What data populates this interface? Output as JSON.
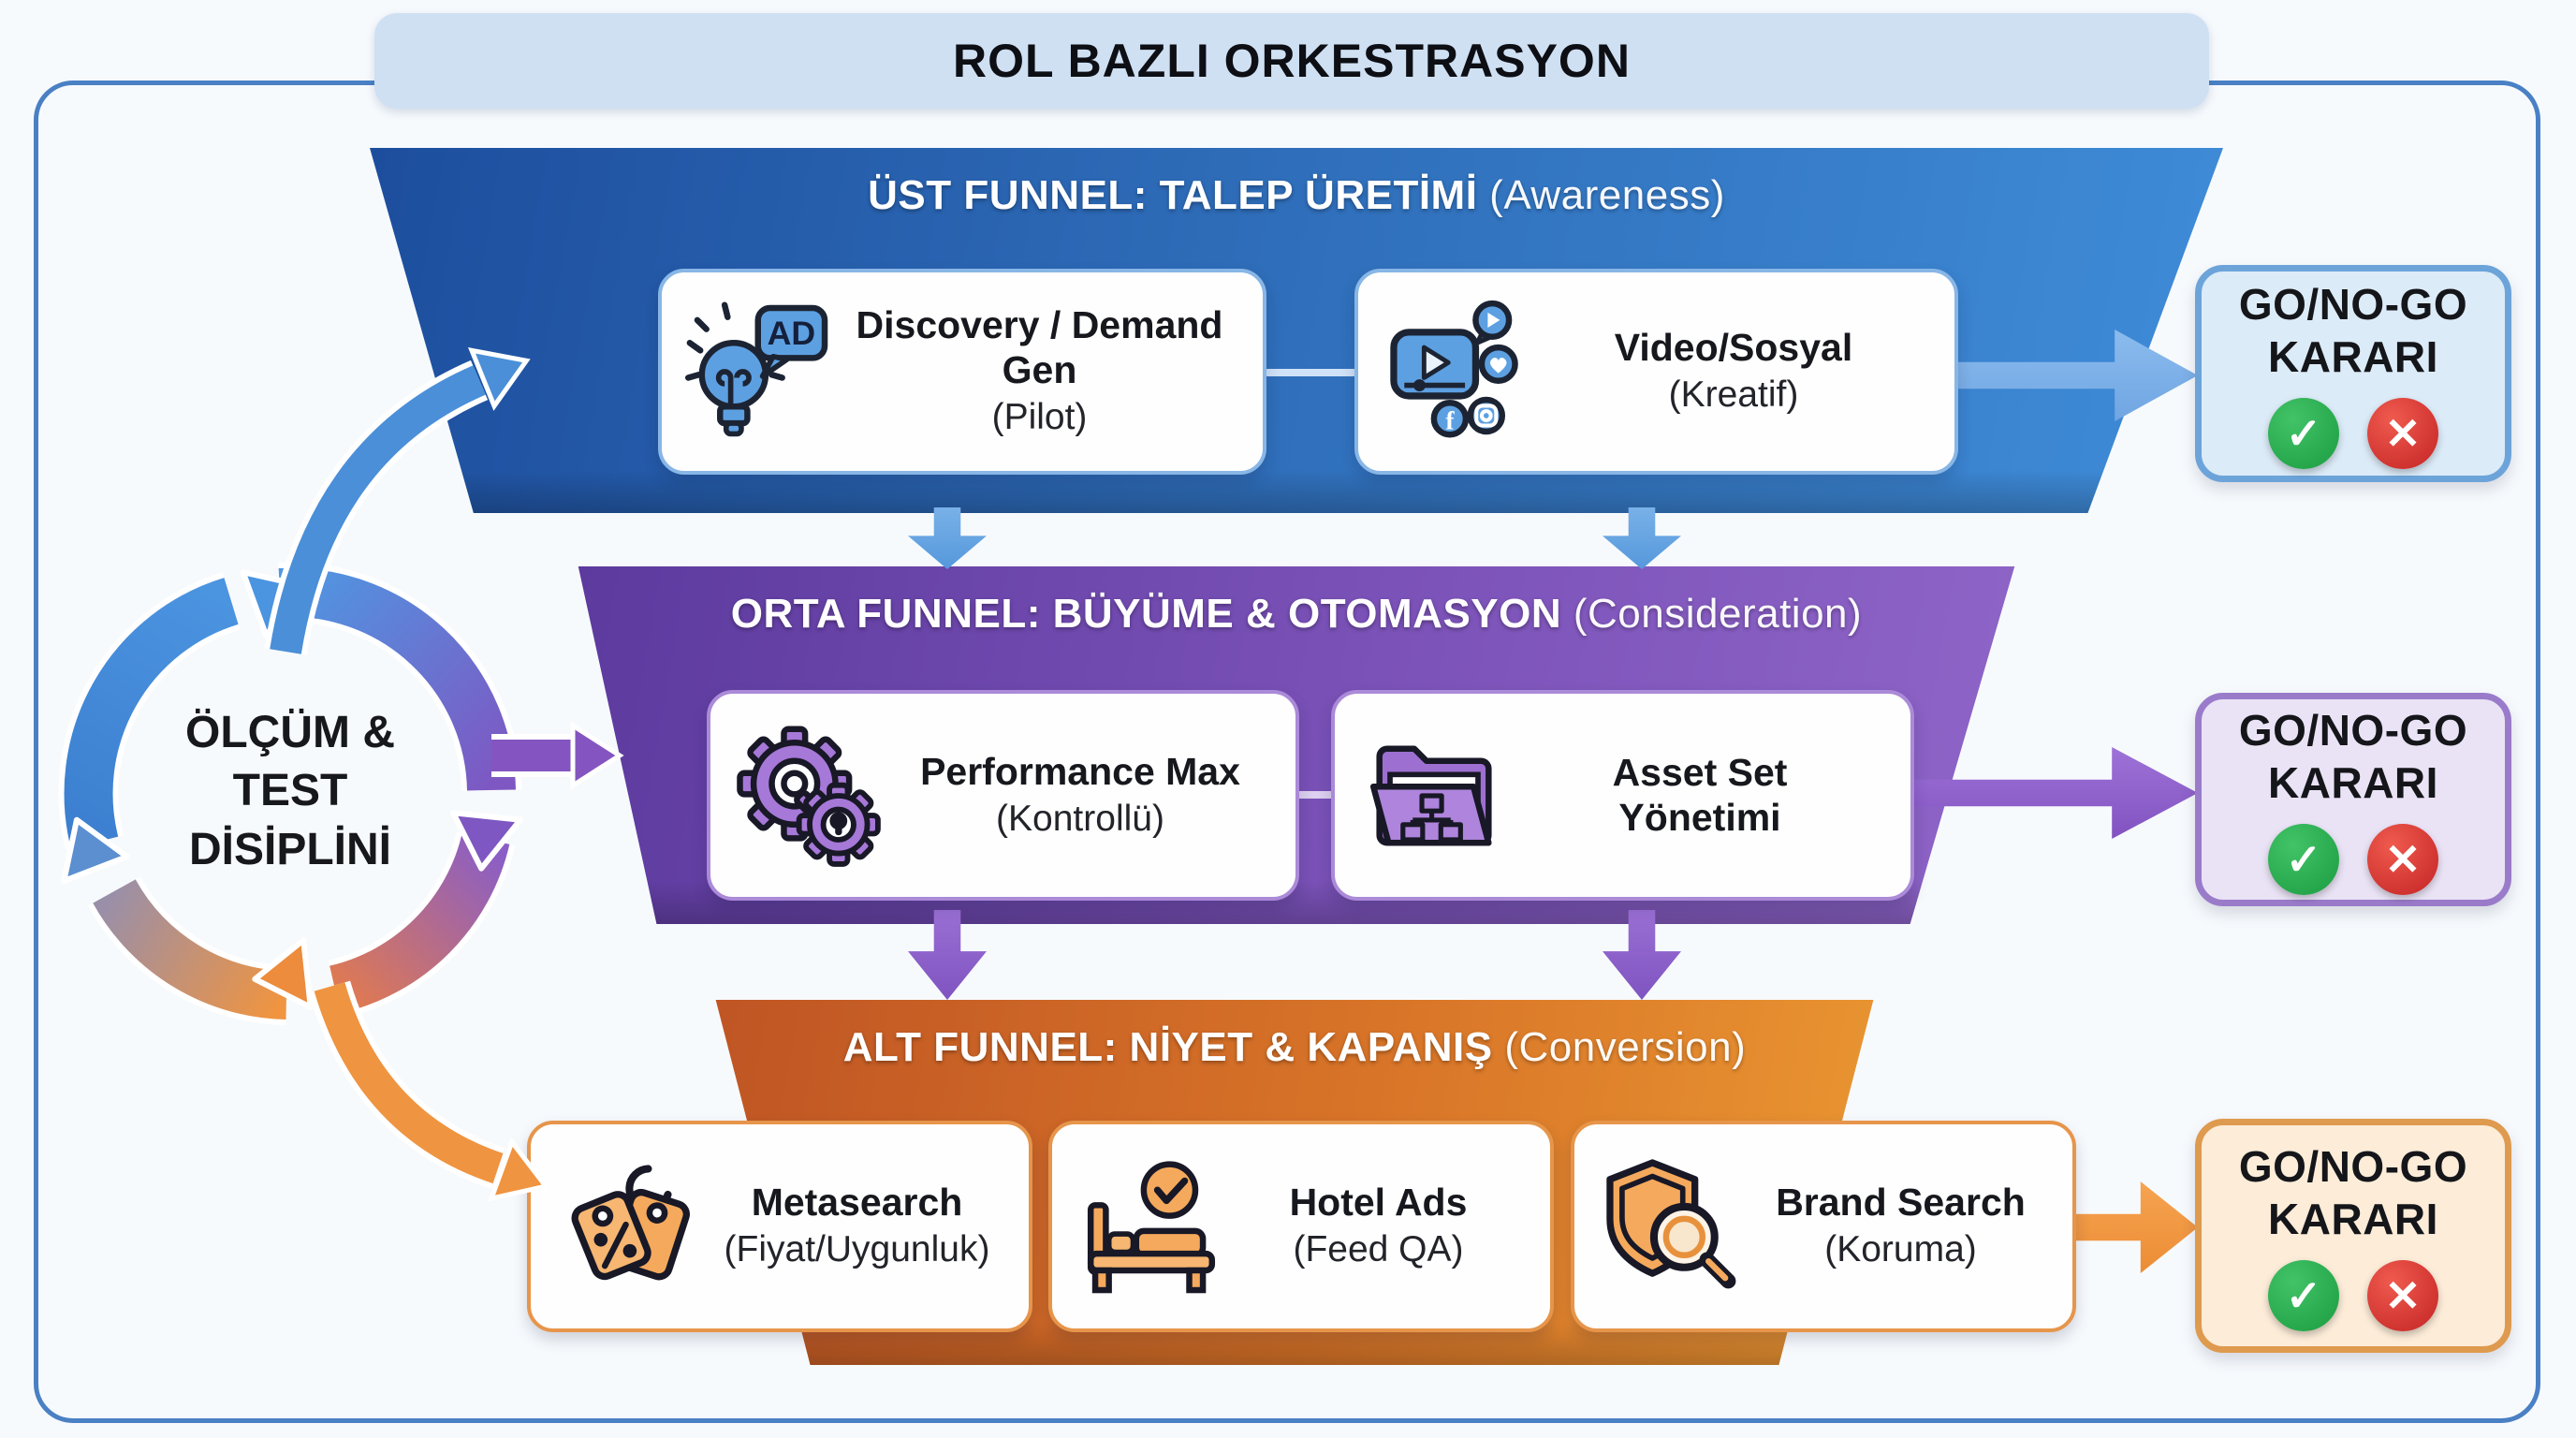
{
  "title": "ROL BAZLI ORKESTRASYON",
  "cycle": {
    "line1": "ÖLÇÜM &",
    "line2": "TEST",
    "line3": "DİSİPLİNİ"
  },
  "funnels": [
    {
      "name_bold": "ÜST FUNNEL: TALEP ÜRETİMİ",
      "name_note": "(Awareness)",
      "stage": "top",
      "cards": [
        {
          "title": "Discovery / Demand Gen",
          "subtitle": "(Pilot)",
          "icon": "lightbulb-ad-icon"
        },
        {
          "title": "Video/Sosyal",
          "subtitle": "(Kreatif)",
          "icon": "video-social-icon"
        }
      ]
    },
    {
      "name_bold": "ORTA FUNNEL: BÜYÜME & OTOMASYON",
      "name_note": "(Consideration)",
      "stage": "middle",
      "cards": [
        {
          "title": "Performance Max",
          "subtitle": "(Kontrollü)",
          "icon": "gears-icon"
        },
        {
          "title": "Asset Set Yönetimi",
          "subtitle": "",
          "icon": "folder-sitemap-icon"
        }
      ]
    },
    {
      "name_bold": "ALT FUNNEL: NİYET & KAPANIŞ",
      "name_note": "(Conversion)",
      "stage": "bottom",
      "cards": [
        {
          "title": "Metasearch",
          "subtitle": "(Fiyat/Uygunluk)",
          "icon": "price-tags-icon"
        },
        {
          "title": "Hotel Ads",
          "subtitle": "(Feed QA)",
          "icon": "hotel-bed-icon"
        },
        {
          "title": "Brand Search",
          "subtitle": "(Koruma)",
          "icon": "shield-search-icon"
        }
      ]
    }
  ],
  "decisions": [
    {
      "line1": "GO/NO-GO",
      "line2": "KARARI",
      "go_icon": "check-circle-icon",
      "nogo_icon": "x-circle-icon"
    },
    {
      "line1": "GO/NO-GO",
      "line2": "KARARI",
      "go_icon": "check-circle-icon",
      "nogo_icon": "x-circle-icon"
    },
    {
      "line1": "GO/NO-GO",
      "line2": "KARARI",
      "go_icon": "check-circle-icon",
      "nogo_icon": "x-circle-icon"
    }
  ],
  "badges": {
    "check": "✓",
    "cross": "✕"
  },
  "colors": {
    "frame_border": "#4a80c4",
    "title_bg": "#cfe0f3",
    "funnel_top_gradient": [
      "#1d4e9e",
      "#3f8cd8"
    ],
    "funnel_mid_gradient": [
      "#5c3a9e",
      "#8f65c8"
    ],
    "funnel_bot_gradient": [
      "#bf5524",
      "#ea9732"
    ],
    "go_green": "#1c9c40",
    "nogo_red": "#c42424",
    "arrow_blue": "#6fa9e4",
    "arrow_purple": "#8a5ec6",
    "arrow_orange": "#ef9440"
  }
}
